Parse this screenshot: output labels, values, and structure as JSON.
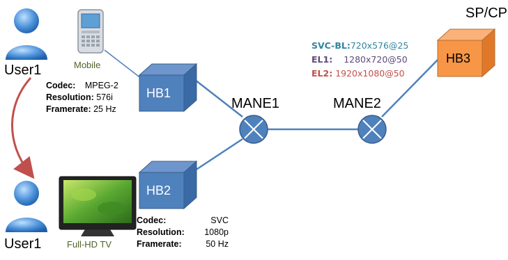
{
  "users": {
    "top": {
      "name": "User1",
      "device": "Mobile"
    },
    "bottom": {
      "name": "User1",
      "device": "Full-HD TV"
    }
  },
  "specs": {
    "mobile": {
      "codec_label": "Codec:",
      "codec_value": "MPEG-2",
      "resolution_label": "Resolution:",
      "resolution_value": "576i",
      "framerate_label": "Framerate:",
      "framerate_value": "25 Hz"
    },
    "tv": {
      "codec_label": "Codec:",
      "codec_value": "SVC",
      "resolution_label": "Resolution:",
      "resolution_value": "1080p",
      "framerate_label": "Framerate:",
      "framerate_value": "50 Hz"
    }
  },
  "nodes": {
    "hb1": "HB1",
    "hb2": "HB2",
    "hb3": "HB3",
    "mane1": "MANE1",
    "mane2": "MANE2",
    "sp_cp": "SP/CP"
  },
  "layers": [
    {
      "label": "SVC-BL:",
      "value": "720x576@25",
      "color": "#31859c"
    },
    {
      "label": "EL1:",
      "value": "1280x720@50",
      "color": "#5f497a"
    },
    {
      "label": "EL2:",
      "value": "1920x1080@50",
      "color": "#c0504d"
    }
  ],
  "colors": {
    "box_blue": "#4f81bd",
    "box_orange": "#f79646",
    "link": "#4f81bd",
    "handover_arrow": "#c0504d",
    "user_icon": "#4a90d9",
    "device_label": "#4f6228"
  },
  "icons": {
    "user": "person-icon",
    "mobile": "smartphone-icon",
    "tv": "tv-icon",
    "router": "router-x-icon",
    "handover": "curved-arrow-icon"
  }
}
